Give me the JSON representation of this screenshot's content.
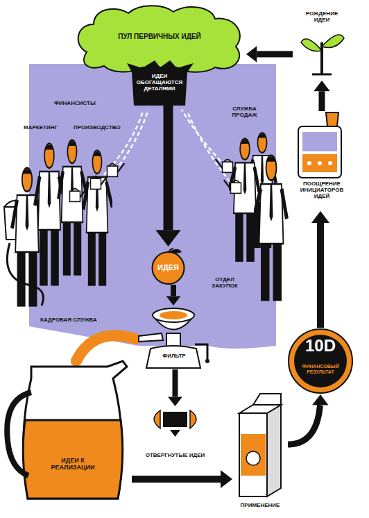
{
  "diagram": {
    "nodes": [
      {
        "text": [
          "ПУЛ ПЕРВИЧНЫХ ИДЕЙ",
          "ИДЕИ ОБОГАЩАЮТСЯ ДЕТАЛЯМИ"
        ]
      },
      {
        "text": [
          "РОЖДЕНИЕ ИДЕИ"
        ]
      },
      {
        "text": [
          "ИДЕЯ"
        ]
      },
      {
        "text": [
          "ФИЛЬТР"
        ]
      },
      {
        "text": [
          "ОТВЕРГНУТЫЕ ИДЕИ"
        ]
      },
      {
        "text": [
          "ИДЕИ К РЕАЛИЗАЦИИ"
        ]
      },
      {
        "text": [
          "ПРИМЕНЕНИЕ"
        ]
      },
      {
        "text": [
          "10D",
          "ФИНАНСОВЫЙ РЕЗУЛЬТАТ"
        ]
      },
      {
        "text": [
          "ПООЩРЕНИЕ ИНИЦИАТОРОВ ИДЕЙ"
        ]
      }
    ],
    "edges": [
      {
        "from": 0,
        "to": 2,
        "arrow": "to"
      },
      {
        "from": 2,
        "to": 3,
        "arrow": "to"
      },
      {
        "from": 3,
        "to": 4,
        "arrow": "to"
      },
      {
        "from": 3,
        "to": 5,
        "arrow": "none"
      },
      {
        "from": 5,
        "to": 6,
        "arrow": "to"
      },
      {
        "from": 6,
        "to": 7,
        "arrow": "to"
      },
      {
        "from": 7,
        "to": 8,
        "arrow": "to"
      },
      {
        "from": 8,
        "to": 1,
        "arrow": "to"
      },
      {
        "from": 1,
        "to": 0,
        "arrow": "to"
      }
    ],
    "labels": [
      "ФИНАНСИСТЫ",
      "МАРКЕТИНГ",
      "ПРОИЗВОДСТВО",
      "СЛУЖБА ПРОДАЖ",
      "ОТДЕЛ ЗАКУПОК",
      "КАДРОВАЯ СЛУЖБА"
    ]
  }
}
